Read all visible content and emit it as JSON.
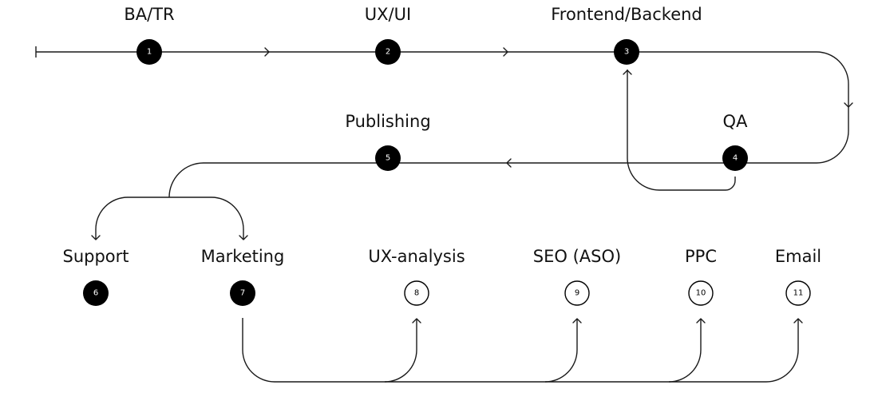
{
  "diagram": {
    "type": "process-flow",
    "colors": {
      "line": "#1a1a1a",
      "node_filled": "#000000",
      "node_text_filled": "#ffffff",
      "node_outline": "#000000"
    },
    "steps": [
      {
        "id": 1,
        "number": "1",
        "label": "BA/TR",
        "style": "filled"
      },
      {
        "id": 2,
        "number": "2",
        "label": "UX/UI",
        "style": "filled"
      },
      {
        "id": 3,
        "number": "3",
        "label": "Frontend/Backend",
        "style": "filled"
      },
      {
        "id": 4,
        "number": "4",
        "label": "QA",
        "style": "filled"
      },
      {
        "id": 5,
        "number": "5",
        "label": "Publishing",
        "style": "filled"
      },
      {
        "id": 6,
        "number": "6",
        "label": "Support",
        "style": "filled"
      },
      {
        "id": 7,
        "number": "7",
        "label": "Marketing",
        "style": "filled"
      },
      {
        "id": 8,
        "number": "8",
        "label": "UX-analysis",
        "style": "outline"
      },
      {
        "id": 9,
        "number": "9",
        "label": "SEO (ASO)",
        "style": "outline"
      },
      {
        "id": 10,
        "number": "10",
        "label": "PPC",
        "style": "outline"
      },
      {
        "id": 11,
        "number": "11",
        "label": "Email",
        "style": "outline"
      }
    ],
    "edges": [
      {
        "from": "start",
        "to": 1
      },
      {
        "from": 1,
        "to": 2
      },
      {
        "from": 2,
        "to": 3
      },
      {
        "from": 3,
        "to": 4
      },
      {
        "from": 4,
        "to": 3,
        "kind": "feedback-loop"
      },
      {
        "from": 4,
        "to": 5
      },
      {
        "from": 5,
        "to": 6,
        "kind": "branch"
      },
      {
        "from": 5,
        "to": 7,
        "kind": "branch"
      },
      {
        "from": 7,
        "to": 8
      },
      {
        "from": 7,
        "to": 9
      },
      {
        "from": 7,
        "to": 10
      },
      {
        "from": 7,
        "to": 11
      }
    ]
  }
}
